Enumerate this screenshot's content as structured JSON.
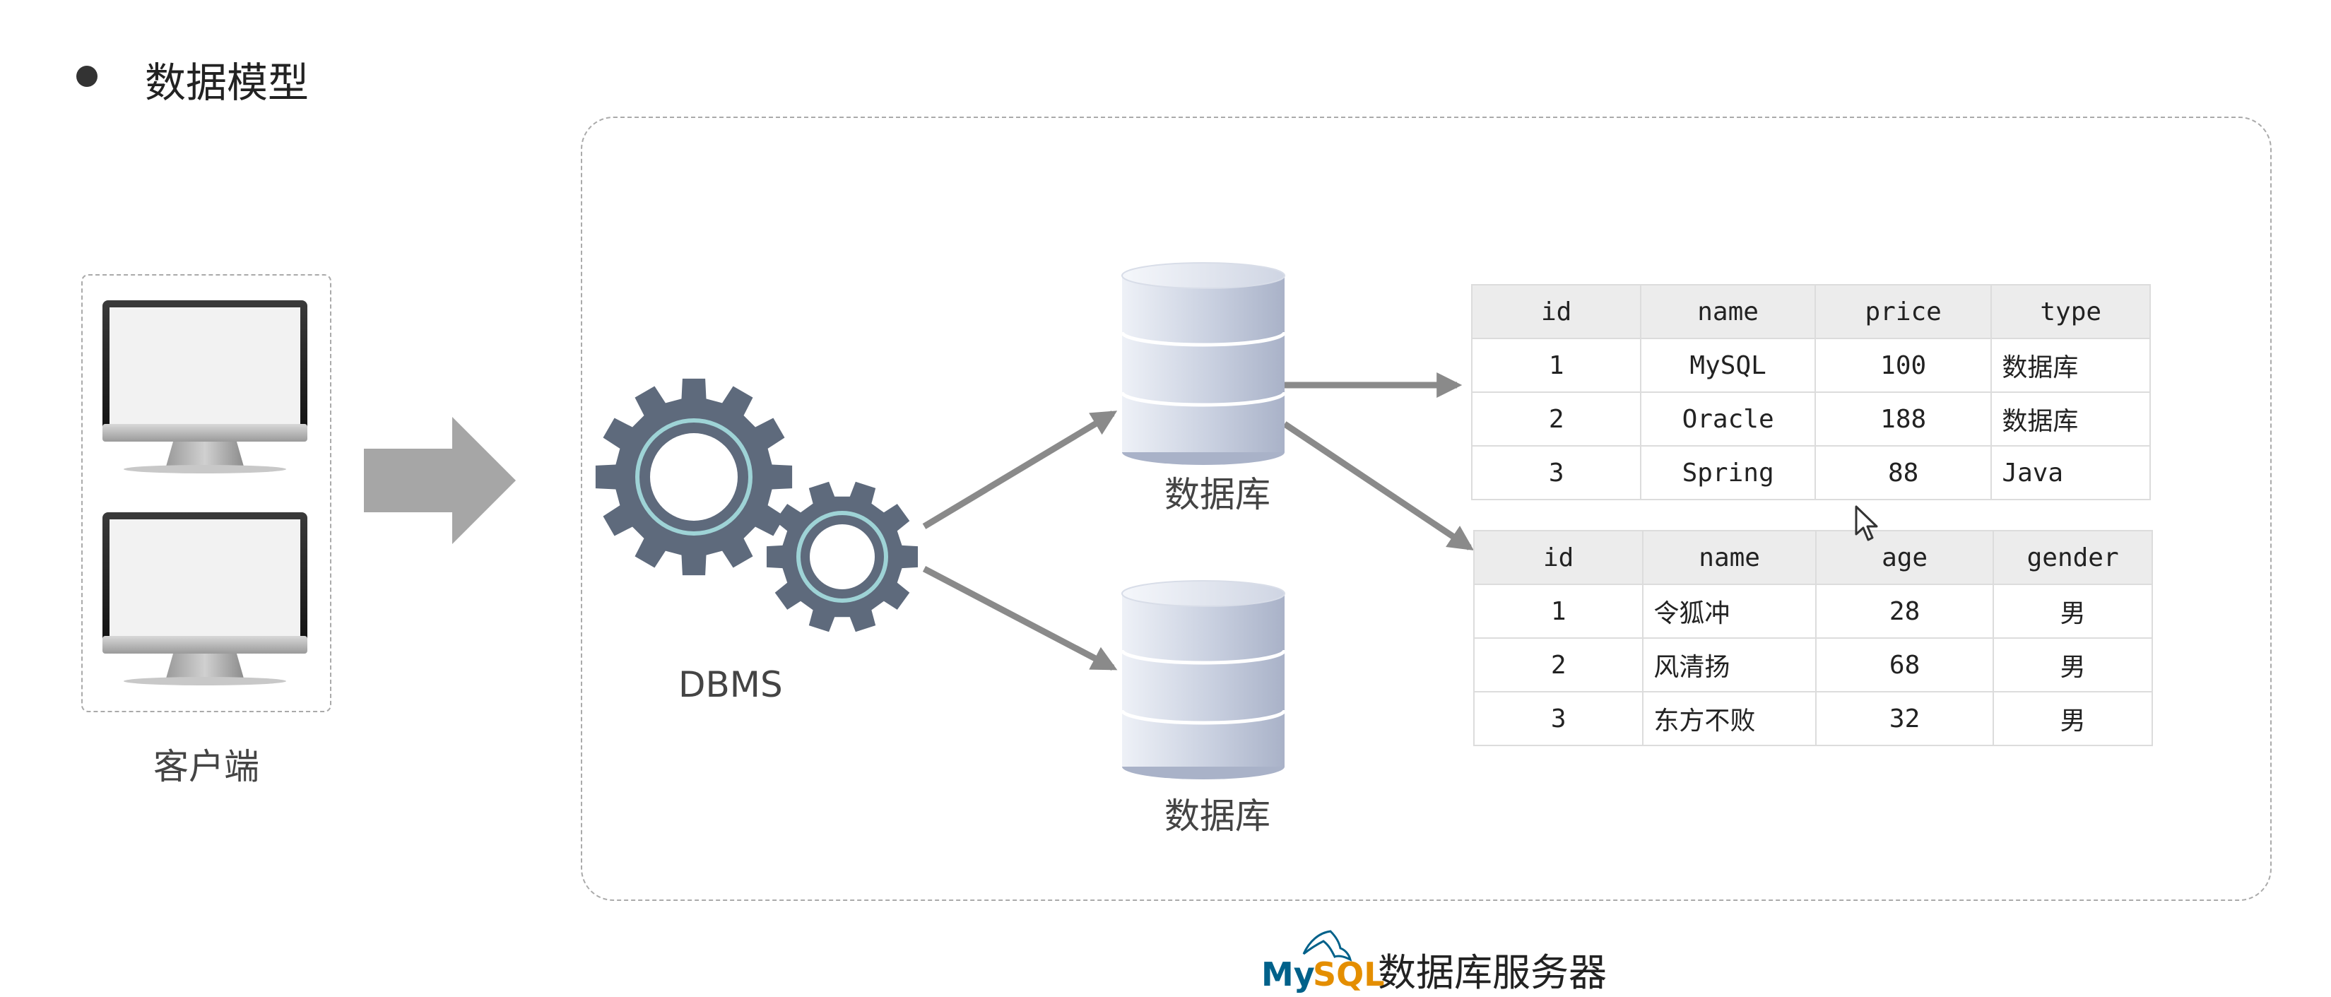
{
  "heading": "数据模型",
  "client": {
    "label": "客户端"
  },
  "dbms": {
    "label": "DBMS"
  },
  "databases": [
    {
      "label": "数据库"
    },
    {
      "label": "数据库"
    }
  ],
  "table1": {
    "columns": [
      "id",
      "name",
      "price",
      "type"
    ],
    "rows": [
      [
        "1",
        "MySQL",
        "100",
        "数据库"
      ],
      [
        "2",
        "Oracle",
        "188",
        "数据库"
      ],
      [
        "3",
        "Spring",
        "88",
        "Java"
      ]
    ]
  },
  "table2": {
    "columns": [
      "id",
      "name",
      "age",
      "gender"
    ],
    "rows": [
      [
        "1",
        "令狐冲",
        "28",
        "男"
      ],
      [
        "2",
        "风清扬",
        "68",
        "男"
      ],
      [
        "3",
        "东方不败",
        "32",
        "男"
      ]
    ]
  },
  "footer": {
    "logo_my": "My",
    "logo_sql": "SQL",
    "label": "数据库服务器"
  },
  "colors": {
    "gear": "#5e6a7c",
    "gear_ring": "#9ed3d6",
    "arrow": "#8a8a8a",
    "big_arrow": "#a6a6a6",
    "mysql_blue": "#00618a",
    "mysql_orange": "#e48e00"
  }
}
